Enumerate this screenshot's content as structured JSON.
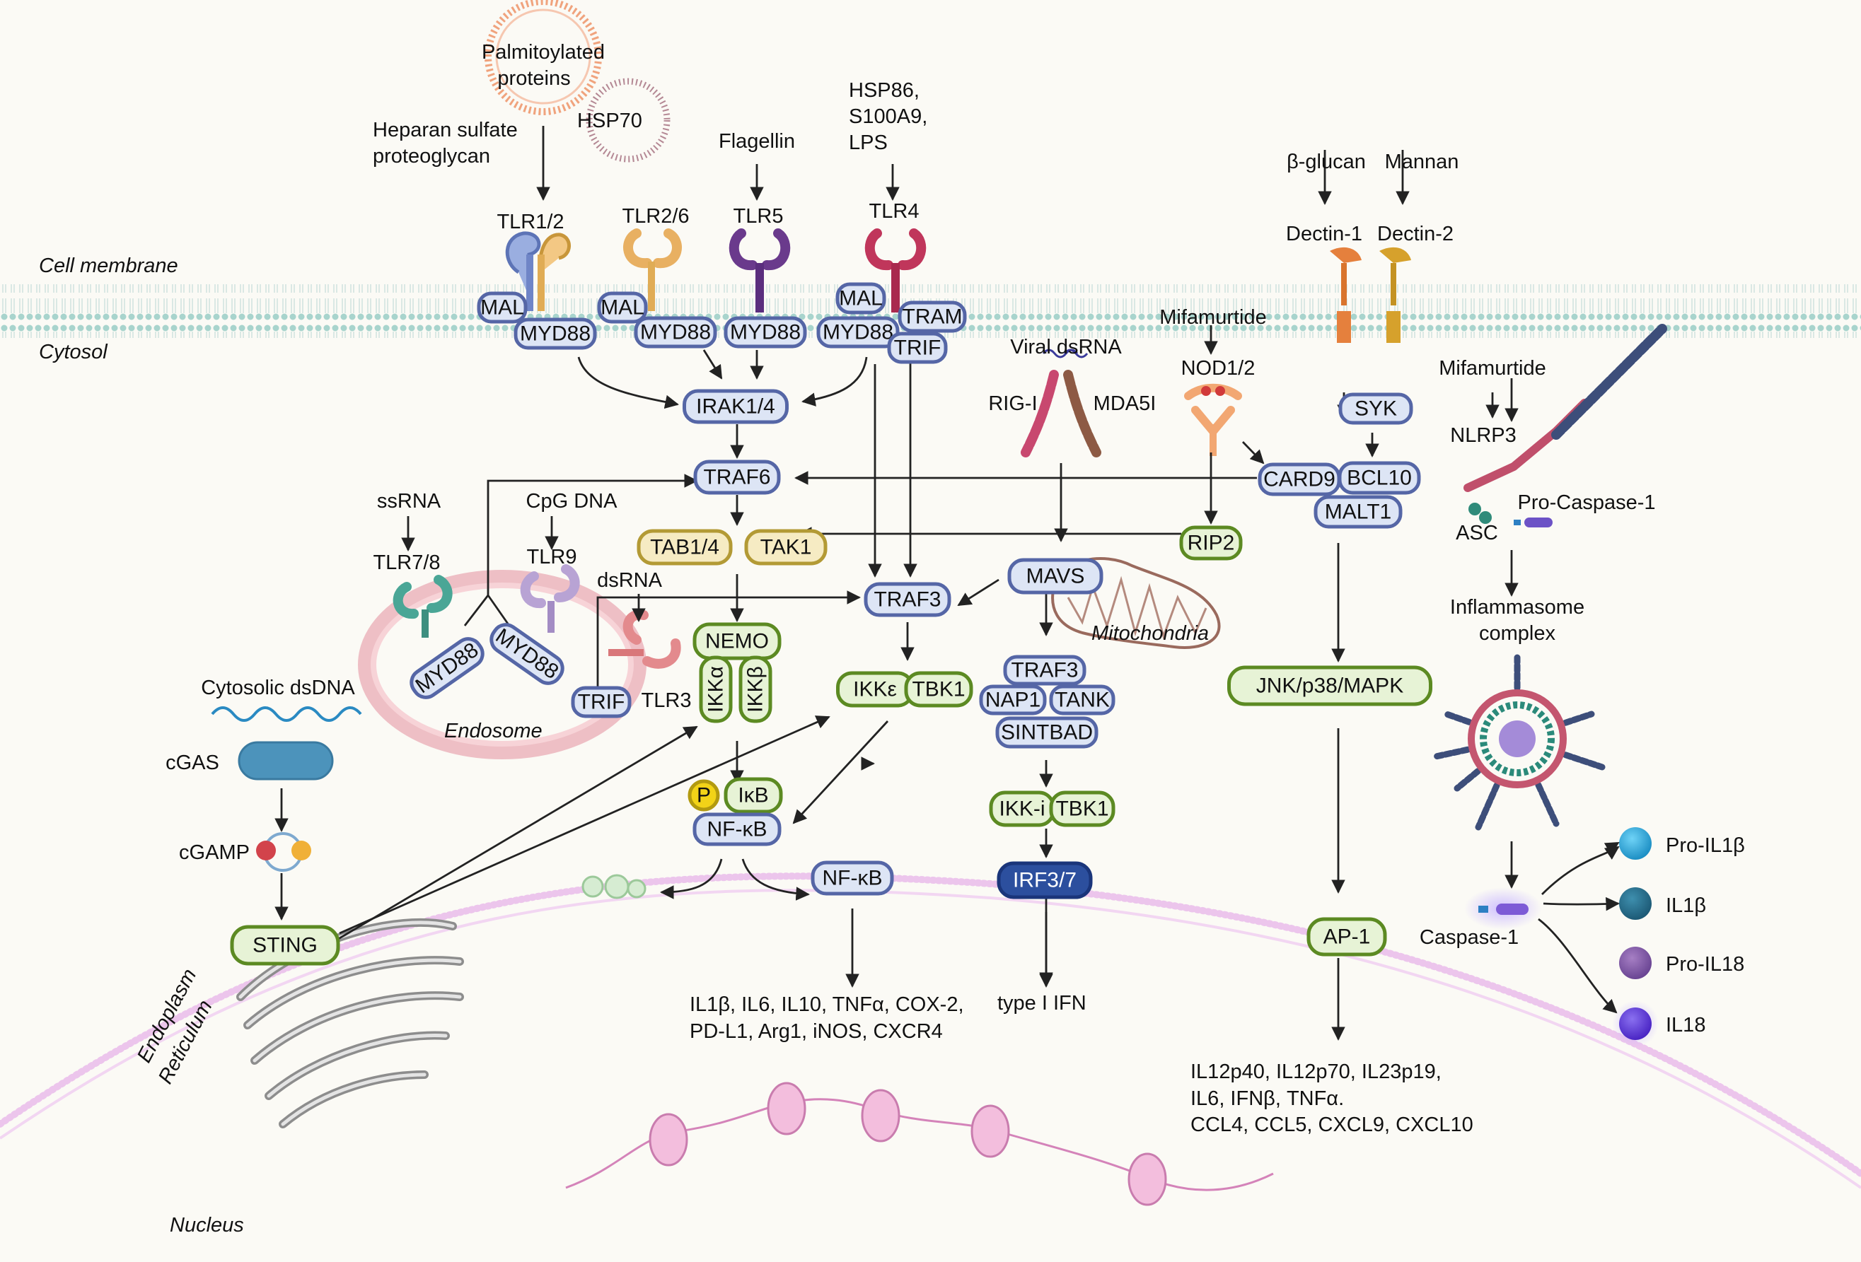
{
  "compartments": {
    "cell_membrane": "Cell membrane",
    "cytosol": "Cytosol",
    "endosome": "Endosome",
    "mitochondria": "Mitochondria",
    "er_line1": "Endoplasm",
    "er_line2": "Reticulum",
    "nucleus": "Nucleus"
  },
  "ligands": {
    "palmitoylated_1": "Palmitoylated",
    "palmitoylated_2": "proteins",
    "hsp70": "HSP70",
    "heparan_1": "Heparan sulfate",
    "heparan_2": "proteoglycan",
    "flagellin": "Flagellin",
    "hsp86_1": "HSP86,",
    "hsp86_2": "S100A9,",
    "hsp86_3": "LPS",
    "beta_glucan": "β-glucan",
    "mannan": "Mannan",
    "mifamurtide_nod": "Mifamurtide",
    "mifamurtide_nlrp3": "Mifamurtide",
    "viral_dsrna": "Viral dsRNA",
    "ssrna": "ssRNA",
    "cpg_dna": "CpG DNA",
    "dsrna": "dsRNA",
    "cytosolic_dsdna": "Cytosolic dsDNA"
  },
  "receptors": {
    "tlr12": "TLR1/2",
    "tlr26": "TLR2/6",
    "tlr5": "TLR5",
    "tlr4": "TLR4",
    "dectin1": "Dectin-1",
    "dectin2": "Dectin-2",
    "nod12": "NOD1/2",
    "rigi": "RIG-I",
    "mda5": "MDA5I",
    "tlr78": "TLR7/8",
    "tlr9": "TLR9",
    "tlr3": "TLR3",
    "cgas": "cGAS",
    "cgamp": "cGAMP",
    "nlrp3": "NLRP3",
    "asc": "ASC",
    "procasp1": "Pro-Caspase-1",
    "inflam_1": "Inflammasome",
    "inflam_2": "complex",
    "caspase1": "Caspase-1"
  },
  "nodes": {
    "mal1": "MAL",
    "myd88_1": "MYD88",
    "mal2": "MAL",
    "myd88_2": "MYD88",
    "myd88_3": "MYD88",
    "mal4": "MAL",
    "myd88_4": "MYD88",
    "tram": "TRAM",
    "trif_tlr4": "TRIF",
    "irak": "IRAK1/4",
    "traf6": "TRAF6",
    "tab14": "TAB1/4",
    "tak1": "TAK1",
    "traf3_main": "TRAF3",
    "nemo": "NEMO",
    "ikka": "IKKα",
    "ikkb": "IKKβ",
    "ikke": "IKKε",
    "tbk1_a": "TBK1",
    "p": "P",
    "ikb": "IκB",
    "nfkb_cyto": "NF-κB",
    "nfkb_nuc": "NF-κB",
    "mavs": "MAVS",
    "rip2": "RIP2",
    "traf3_mito": "TRAF3",
    "nap1": "NAP1",
    "tank": "TANK",
    "sintbad": "SINTBAD",
    "ikki": "IKK-i",
    "tbk1_b": "TBK1",
    "irf37": "IRF3/7",
    "syk": "SYK",
    "card9": "CARD9",
    "bcl10": "BCL10",
    "malt1": "MALT1",
    "mapk": "JNK/p38/MAPK",
    "ap1": "AP-1",
    "myd88_tlr78": "MYD88",
    "myd88_tlr9": "MYD88",
    "trif_tlr3": "TRIF",
    "sting": "STING"
  },
  "outputs": {
    "nfkb_1": "IL1β, IL6, IL10, TNFα, COX-2,",
    "nfkb_2": "PD-L1, Arg1, iNOS, CXCR4",
    "ifn": "type I IFN",
    "ap1_1": "IL12p40, IL12p70, IL23p19,",
    "ap1_2": "IL6, IFNβ, TNFα.",
    "ap1_3": "CCL4, CCL5, CXCL9, CXCL10",
    "pro_il1b": "Pro-IL1β",
    "il1b": "IL1β",
    "pro_il18": "Pro-IL18",
    "il18": "IL18"
  },
  "colors": {
    "background": "#fbfaf5",
    "membrane": "#b9ddd7",
    "nucleus_envelope": "#e8b8ea",
    "blue_node_fill": "#dde5f5",
    "blue_node_stroke": "#5566a6",
    "green_node_fill": "#e7f3d6",
    "green_node_stroke": "#5c8a22",
    "gold_node_fill": "#f6ebc3",
    "gold_node_stroke": "#b39a35",
    "irf_fill": "#2c4f9e",
    "endosome": "#f3c6cb",
    "cgas": "#4c93bb"
  }
}
